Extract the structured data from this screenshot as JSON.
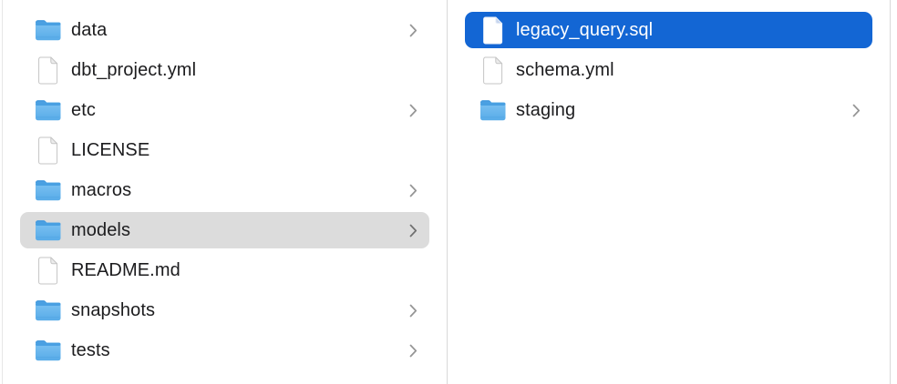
{
  "view": "finder-column-browser",
  "colors": {
    "selection_blue": "#1366d4",
    "selection_gray": "#dcdcdc",
    "text": "#1c1c1e",
    "selected_text": "#ffffff",
    "divider": "#d8d8d8",
    "chevron": "#949494",
    "folder_blue": "#64b5ee"
  },
  "columns": [
    {
      "id": "parent-column",
      "items": [
        {
          "label": "data",
          "type": "folder",
          "expandable": true,
          "selected": "none"
        },
        {
          "label": "dbt_project.yml",
          "type": "file",
          "expandable": false,
          "selected": "none"
        },
        {
          "label": "etc",
          "type": "folder",
          "expandable": true,
          "selected": "none"
        },
        {
          "label": "LICENSE",
          "type": "file",
          "expandable": false,
          "selected": "none"
        },
        {
          "label": "macros",
          "type": "folder",
          "expandable": true,
          "selected": "none"
        },
        {
          "label": "models",
          "type": "folder",
          "expandable": true,
          "selected": "gray"
        },
        {
          "label": "README.md",
          "type": "file",
          "expandable": false,
          "selected": "none"
        },
        {
          "label": "snapshots",
          "type": "folder",
          "expandable": true,
          "selected": "none"
        },
        {
          "label": "tests",
          "type": "folder",
          "expandable": true,
          "selected": "none"
        }
      ]
    },
    {
      "id": "child-column",
      "items": [
        {
          "label": "legacy_query.sql",
          "type": "file",
          "expandable": false,
          "selected": "blue"
        },
        {
          "label": "schema.yml",
          "type": "file",
          "expandable": false,
          "selected": "none"
        },
        {
          "label": "staging",
          "type": "folder",
          "expandable": true,
          "selected": "none"
        }
      ]
    }
  ]
}
